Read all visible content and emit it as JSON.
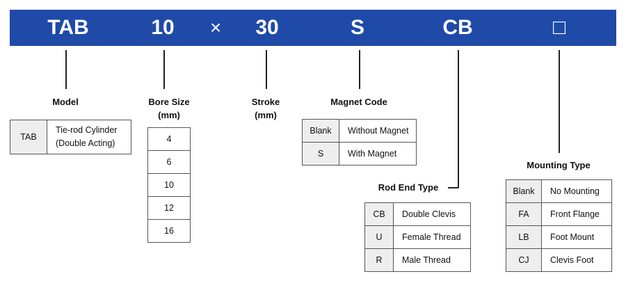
{
  "code": {
    "segments": [
      "TAB",
      "10",
      "×",
      "30",
      "S",
      "CB",
      "□"
    ]
  },
  "model": {
    "label": "Model",
    "rows": [
      {
        "code": "TAB",
        "desc_line1": "Tie-rod Cylinder",
        "desc_line2": "(Double Acting)"
      }
    ]
  },
  "bore": {
    "label": "Bore Size",
    "unit": "(mm)",
    "values": [
      "4",
      "6",
      "10",
      "12",
      "16"
    ]
  },
  "stroke": {
    "label": "Stroke",
    "unit": "(mm)"
  },
  "magnet": {
    "label": "Magnet Code",
    "rows": [
      {
        "code": "Blank",
        "desc": "Without Magnet"
      },
      {
        "code": "S",
        "desc": "With Magnet"
      }
    ]
  },
  "rod_end": {
    "label": "Rod End Type",
    "rows": [
      {
        "code": "CB",
        "desc": "Double Clevis"
      },
      {
        "code": "U",
        "desc": "Female Thread"
      },
      {
        "code": "R",
        "desc": "Male Thread"
      }
    ]
  },
  "mounting": {
    "label": "Mounting Type",
    "rows": [
      {
        "code": "Blank",
        "desc": "No Mounting"
      },
      {
        "code": "FA",
        "desc": "Front Flange"
      },
      {
        "code": "LB",
        "desc": "Foot Mount"
      },
      {
        "code": "CJ",
        "desc": "Clevis Foot"
      }
    ]
  },
  "colors": {
    "bar": "#1f4aa8",
    "code_cell": "#eeeeee"
  }
}
